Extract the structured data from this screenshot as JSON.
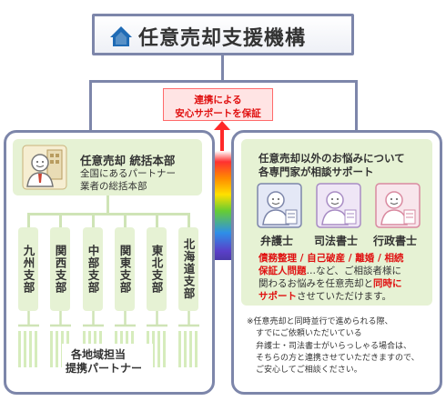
{
  "header": {
    "title": "任意売却支援機構"
  },
  "guarantee": {
    "line1": "連携による",
    "line2": "安心サポートを保証"
  },
  "headquarters": {
    "name": "任意売却 統括本部",
    "desc_line1": "全国にあるパートナー",
    "desc_line2": "業者の総括本部"
  },
  "branches": [
    "九州支部",
    "関西支部",
    "中部支部",
    "関東支部",
    "東北支部",
    "北海道支部"
  ],
  "partners": {
    "line1": "各地域担当",
    "line2": "提携パートナー"
  },
  "consult": {
    "title_line1": "任意売却以外のお悩みについて",
    "title_line2": "各専門家が相談サポート",
    "professionals": [
      {
        "label": "弁護士",
        "icon": "lawyer-icon",
        "color": "#7d86aa"
      },
      {
        "label": "司法書士",
        "icon": "judicial-scrivener-icon",
        "color": "#a88cc4"
      },
      {
        "label": "行政書士",
        "icon": "administrative-scrivener-icon",
        "color": "#d98aa0"
      }
    ],
    "problems_red1": "債務整理 / 自己破産 / 離婚 / 相続",
    "problems_red2": "保証人問題",
    "problems_text1": "…など、ご相談者様に",
    "problems_text2": "関わるお悩みを任意売却と",
    "problems_red3": "同時に",
    "problems_red4": "サポート",
    "problems_text3": "させていただけます。"
  },
  "note": {
    "line1": "※任意売却と同時並行で進められる際、",
    "line2": "すでにご依頼いただいている",
    "line3": "弁護士・司法書士がいらっしゃる場合は、",
    "line4": "そちらの方と連携させていただきますので、",
    "line5": "ご安心してご相談ください。"
  },
  "colors": {
    "frame": "#7d86aa",
    "card": "#e6f2d4",
    "accent_red": "#e01010"
  }
}
